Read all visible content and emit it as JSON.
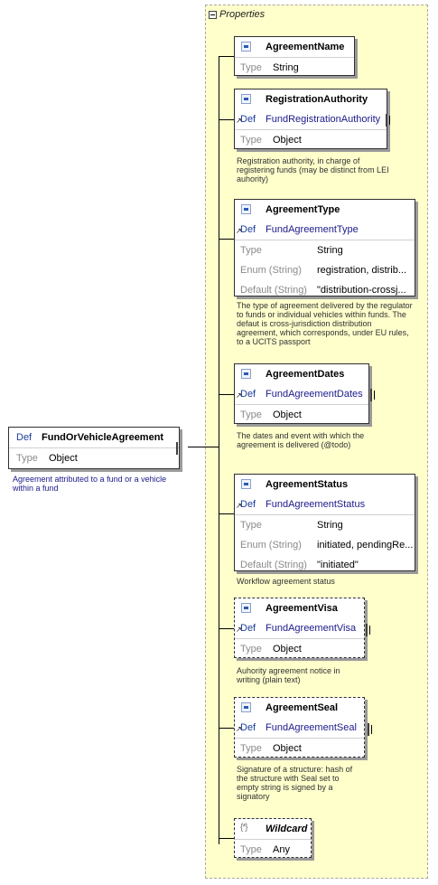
{
  "root": {
    "def_label": "Def",
    "name": "FundOrVehicleAgreement",
    "type_key": "Type",
    "type_value": "Object",
    "note": "Agreement attributed to a fund or a vehicle within a fund"
  },
  "properties_label": "Properties",
  "labels": {
    "def": "Def",
    "type": "Type",
    "enum": "Enum (String)",
    "default": "Default (String)"
  },
  "nodes": {
    "agreement_name": {
      "name": "AgreementName",
      "type": "String"
    },
    "registration_authority": {
      "name": "RegistrationAuthority",
      "def": "FundRegistrationAuthority",
      "type": "Object",
      "note": "Registration authority, in charge of registering funds (may be distinct from LEI auhority)"
    },
    "agreement_type": {
      "name": "AgreementType",
      "def": "FundAgreementType",
      "type": "String",
      "enum": "registration, distrib...",
      "default": "\"distribution-crossj...",
      "note": "The type of agreement delivered by the regulator to funds or individual vehicles within funds. The defaut is cross-jurisdiction distribution agreement, which corresponds, under EU rules, to a UCITS passport"
    },
    "agreement_dates": {
      "name": "AgreementDates",
      "def": "FundAgreementDates",
      "type": "Object",
      "note": "The dates and event with which the agreement is delivered (@todo)"
    },
    "agreement_status": {
      "name": "AgreementStatus",
      "def": "FundAgreementStatus",
      "type": "String",
      "enum": "initiated, pendingRe...",
      "default": "\"initiated\"",
      "note": "Workflow agreement status"
    },
    "agreement_visa": {
      "name": "AgreementVisa",
      "def": "FundAgreementVisa",
      "type": "Object",
      "note": "Auhority agreement notice in writing (plain text)"
    },
    "agreement_seal": {
      "name": "AgreementSeal",
      "def": "FundAgreementSeal",
      "type": "Object",
      "note": "Signature of a structure: hash of the structure with Seal set to empty string is signed by a signatory"
    },
    "wildcard": {
      "name": "Wildcard",
      "type": "Any"
    }
  }
}
